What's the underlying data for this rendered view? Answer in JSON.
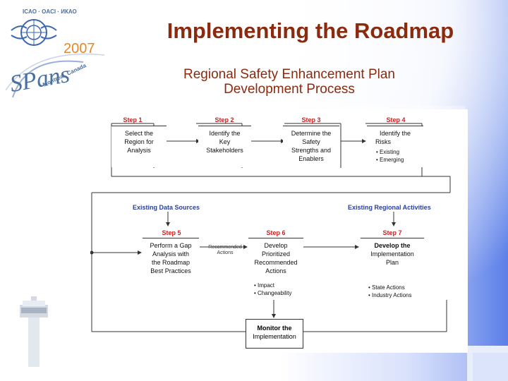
{
  "header": {
    "title": "Implementing the Roadmap",
    "subtitle_line1": "Regional Safety Enhancement Plan",
    "subtitle_line2": "Development Process"
  },
  "logo": {
    "org_text": "ICAO · OACI · ИКАО",
    "event_year": "2007",
    "event_name": "SPans",
    "event_city": "Montréal, Canada"
  },
  "diagram": {
    "steps": [
      {
        "label": "Step 1",
        "text": [
          "Select the",
          "Region for",
          "Analysis"
        ]
      },
      {
        "label": "Step 2",
        "text": [
          "Identify the",
          "Key",
          "Stakeholders"
        ]
      },
      {
        "label": "Step 3",
        "text": [
          "Determine the",
          "Safety",
          "Strengths and",
          "Enablers"
        ]
      },
      {
        "label": "Step 4",
        "text": [
          "Identify the",
          "Risks"
        ]
      },
      {
        "label": "Step 5",
        "text": [
          "Perform a Gap",
          "Analysis with",
          "the Roadmap",
          "Best Practices"
        ]
      },
      {
        "label": "Step 6",
        "text": [
          "Develop",
          "Prioritized",
          "Recommended",
          "Actions"
        ]
      },
      {
        "label": "Step 7",
        "text": [
          "Develop the",
          "Implementation",
          "Plan"
        ]
      }
    ],
    "step4_bullets": [
      "• Existing",
      "• Emerging"
    ],
    "step6_bullets": [
      "• Impact",
      "• Changeability"
    ],
    "step7_bullets": [
      "• State Actions",
      "• Industry Actions"
    ],
    "existing_sources": "Existing Data Sources",
    "existing_activities": "Existing Regional Activities",
    "note_line1": "Recommended",
    "note_line2": "Actions",
    "monitor_line1": "Monitor the",
    "monitor_line2": "Implementation"
  },
  "colors": {
    "title": "#8b2a0e",
    "step_label": "#cc1f1f",
    "source_label": "#2a3f9c",
    "bg_gradient": "#5b7fe8"
  }
}
